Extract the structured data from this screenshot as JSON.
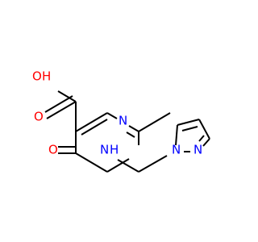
{
  "molecule": {
    "colors": {
      "bond": "#000000",
      "oxygen": "#ff0000",
      "nitrogen": "#0000ff"
    },
    "atom_labels": {
      "acid_oh": "O",
      "acid_h": "H",
      "acid_carbonyl_o": "O",
      "ketone_o": "O",
      "ring_nh_n": "N",
      "ring_nh_h": "H",
      "ring_n3": "N",
      "pyrazole_n1": "N",
      "pyrazole_n2": "N"
    }
  }
}
